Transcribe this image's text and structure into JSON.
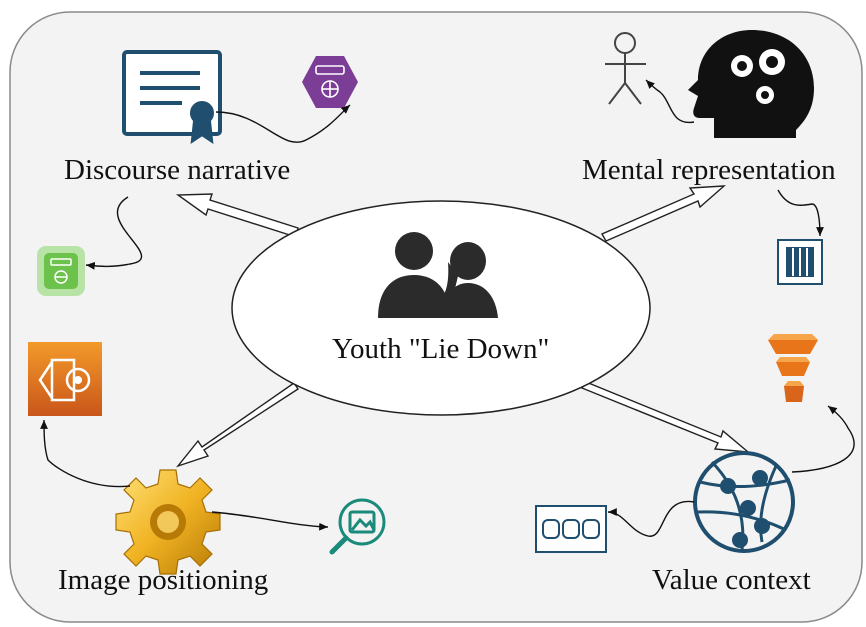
{
  "center": {
    "label": "Youth \"Lie Down\""
  },
  "nodes": {
    "discourse": {
      "label": "Discourse narrative"
    },
    "mental": {
      "label": "Mental representation"
    },
    "image": {
      "label": "Image positioning"
    },
    "value": {
      "label": "Value context"
    }
  },
  "icons": [
    "certificate-icon",
    "purple-hexagon-icon",
    "green-gateway-icon",
    "stick-figure-icon",
    "head-gears-icon",
    "storage-columns-icon",
    "orange-settings-icon",
    "stacked-funnel-icon",
    "golden-gear-icon",
    "image-search-icon",
    "network-globe-icon",
    "database-blocks-icon",
    "two-people-icon"
  ],
  "colors": {
    "panel_bg": "#f3f3f3",
    "dark_blue": "#1f4e6e",
    "purple": "#7b3d96",
    "green": "#6cc24a",
    "orange": "#e8751a",
    "gold": "#e6a817",
    "teal": "#1a8a7a",
    "black": "#111111"
  }
}
